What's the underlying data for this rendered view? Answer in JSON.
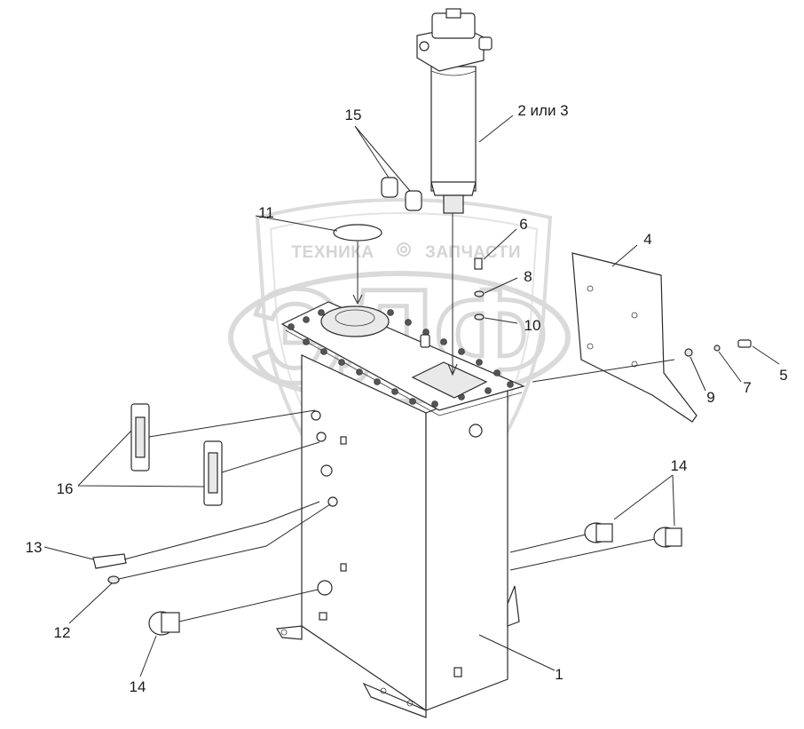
{
  "watermark": {
    "left_text": "ТЕХНИКА",
    "right_text": "ЗАПЧАСТИ",
    "logo_letters": "ЭЛФ"
  },
  "callouts": {
    "c1": "1",
    "c2": "2 или 3",
    "c4": "4",
    "c5": "5",
    "c6": "6",
    "c7": "7",
    "c8": "8",
    "c9": "9",
    "c10": "10",
    "c11": "11",
    "c12": "12",
    "c13": "13",
    "c14a": "14",
    "c14b": "14",
    "c15": "15",
    "c16": "16"
  }
}
